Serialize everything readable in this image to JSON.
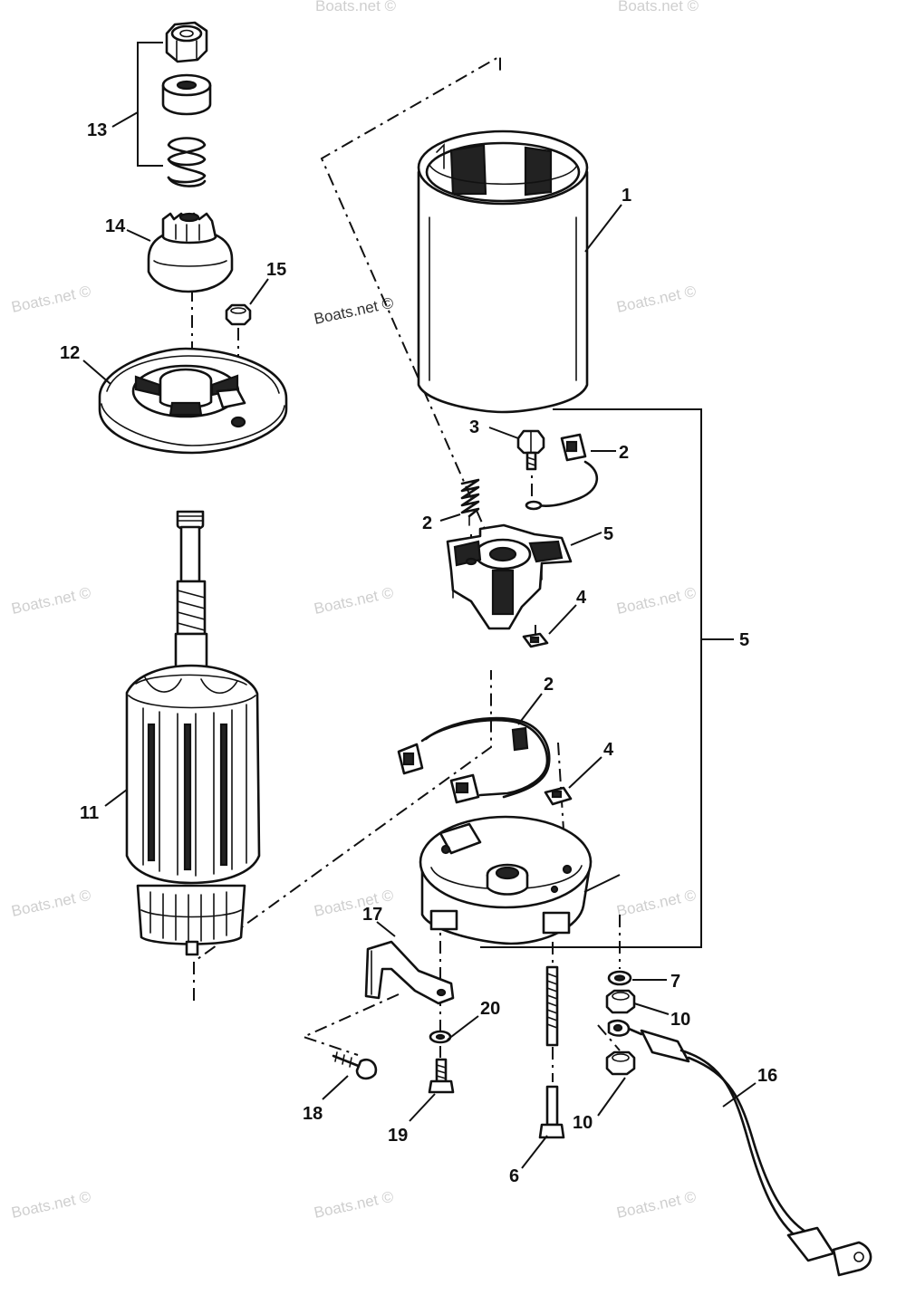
{
  "watermark_text": "Boats.net ©",
  "callouts": [
    {
      "id": "c1",
      "text": "1"
    },
    {
      "id": "c2a",
      "text": "2"
    },
    {
      "id": "c2b",
      "text": "2"
    },
    {
      "id": "c2c",
      "text": "2"
    },
    {
      "id": "c3",
      "text": "3"
    },
    {
      "id": "c4a",
      "text": "4"
    },
    {
      "id": "c4b",
      "text": "4"
    },
    {
      "id": "c5a",
      "text": "5"
    },
    {
      "id": "c5b",
      "text": "5"
    },
    {
      "id": "c6",
      "text": "6"
    },
    {
      "id": "c7",
      "text": "7"
    },
    {
      "id": "c10a",
      "text": "10"
    },
    {
      "id": "c10b",
      "text": "10"
    },
    {
      "id": "c11",
      "text": "11"
    },
    {
      "id": "c12",
      "text": "12"
    },
    {
      "id": "c13",
      "text": "13"
    },
    {
      "id": "c14",
      "text": "14"
    },
    {
      "id": "c15",
      "text": "15"
    },
    {
      "id": "c16",
      "text": "16"
    },
    {
      "id": "c17",
      "text": "17"
    },
    {
      "id": "c18",
      "text": "18"
    },
    {
      "id": "c19",
      "text": "19"
    },
    {
      "id": "c20",
      "text": "20"
    }
  ]
}
